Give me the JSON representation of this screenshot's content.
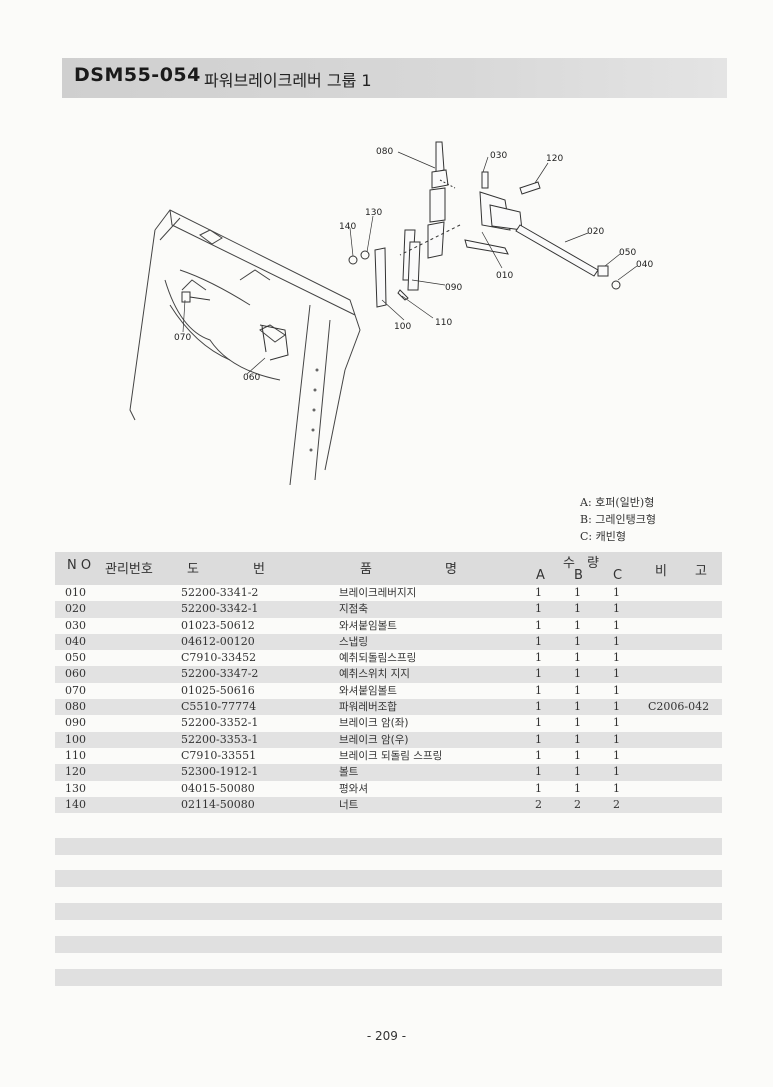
{
  "header": {
    "code": "DSM55-054",
    "title": "파워브레이크레버 그룹 1"
  },
  "diagram": {
    "callouts": [
      "080",
      "030",
      "120",
      "130",
      "140",
      "020",
      "050",
      "040",
      "010",
      "090",
      "100",
      "110",
      "070",
      "060"
    ]
  },
  "legend": [
    "A: 호퍼(일반)형",
    "B: 그레인탱크형",
    "C: 캐빈형"
  ],
  "table": {
    "headers": {
      "no": "N O",
      "mgmt": "관리번호",
      "dwg1": "도",
      "dwg2": "번",
      "name1": "품",
      "name2": "명",
      "qty1": "수",
      "qty2": "량",
      "a": "A",
      "b": "B",
      "c": "C",
      "rem1": "비",
      "rem2": "고"
    },
    "rows": [
      {
        "no": "010",
        "dwg": "52200-3341-2",
        "name": "브레이크레버지지",
        "a": "1",
        "b": "1",
        "c": "1",
        "rem": ""
      },
      {
        "no": "020",
        "dwg": "52200-3342-1",
        "name": "지점축",
        "a": "1",
        "b": "1",
        "c": "1",
        "rem": ""
      },
      {
        "no": "030",
        "dwg": "01023-50612",
        "name": "와셔붙임볼트",
        "a": "1",
        "b": "1",
        "c": "1",
        "rem": ""
      },
      {
        "no": "040",
        "dwg": "04612-00120",
        "name": "스냅링",
        "a": "1",
        "b": "1",
        "c": "1",
        "rem": ""
      },
      {
        "no": "050",
        "dwg": "C7910-33452",
        "name": "예취되돌림스프링",
        "a": "1",
        "b": "1",
        "c": "1",
        "rem": ""
      },
      {
        "no": "060",
        "dwg": "52200-3347-2",
        "name": "예취스위치 지지",
        "a": "1",
        "b": "1",
        "c": "1",
        "rem": ""
      },
      {
        "no": "070",
        "dwg": "01025-50616",
        "name": "와셔붙임볼트",
        "a": "1",
        "b": "1",
        "c": "1",
        "rem": ""
      },
      {
        "no": "080",
        "dwg": "C5510-77774",
        "name": "파워레버조합",
        "a": "1",
        "b": "1",
        "c": "1",
        "rem": "C2006-042"
      },
      {
        "no": "090",
        "dwg": "52200-3352-1",
        "name": "브레이크 암(좌)",
        "a": "1",
        "b": "1",
        "c": "1",
        "rem": ""
      },
      {
        "no": "100",
        "dwg": "52200-3353-1",
        "name": "브레이크 암(우)",
        "a": "1",
        "b": "1",
        "c": "1",
        "rem": ""
      },
      {
        "no": "110",
        "dwg": "C7910-33551",
        "name": "브레이크 되돌림 스프링",
        "a": "1",
        "b": "1",
        "c": "1",
        "rem": ""
      },
      {
        "no": "120",
        "dwg": "52300-1912-1",
        "name": "볼트",
        "a": "1",
        "b": "1",
        "c": "1",
        "rem": ""
      },
      {
        "no": "130",
        "dwg": "04015-50080",
        "name": "평와셔",
        "a": "1",
        "b": "1",
        "c": "1",
        "rem": ""
      },
      {
        "no": "140",
        "dwg": "02114-50080",
        "name": "너트",
        "a": "2",
        "b": "2",
        "c": "2",
        "rem": ""
      }
    ]
  },
  "page_number": "- 209 -"
}
